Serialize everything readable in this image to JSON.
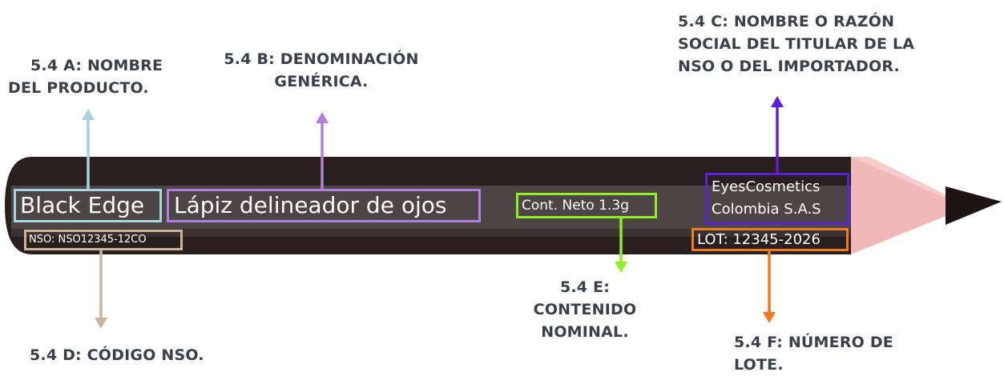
{
  "pencil": {
    "product_name": "Black Edge",
    "generic_name": "Lápiz delineador de ojos",
    "net_content": "Cont. Neto 1.3g",
    "nso_code": "NSO: NSO12345-12CO",
    "holder_line1": "EyesCosmetics",
    "holder_line2": "Colombia S.A.S",
    "lot": "LOT: 12345-2026"
  },
  "callouts": {
    "a": [
      "5.4 A: NOMBRE",
      "DEL PRODUCTO."
    ],
    "b": [
      "5.4 B: DENOMINACIÓN",
      "GENÉRICA."
    ],
    "c": [
      "5.4 C: NOMBRE O RAZÓN",
      "SOCIAL DEL TITULAR DE LA",
      "NSO O DEL IMPORTADOR."
    ],
    "d": [
      "5.4 D: CÓDIGO NSO."
    ],
    "e": [
      "5.4 E:",
      "CONTENIDO",
      "NOMINAL."
    ],
    "f": [
      "5.4 F: NÚMERO DE",
      "LOTE."
    ]
  },
  "colors": {
    "a": "#a9d4de",
    "b": "#b27fe0",
    "c": "#5a22d6",
    "d": "#c9b59a",
    "e": "#8ef01e",
    "f": "#f07a1e",
    "pencil_body": "#2a1f1f",
    "pencil_band": "#4d4545",
    "pencil_wood": "#f0b8b8",
    "pencil_tip": "#1e1414"
  }
}
